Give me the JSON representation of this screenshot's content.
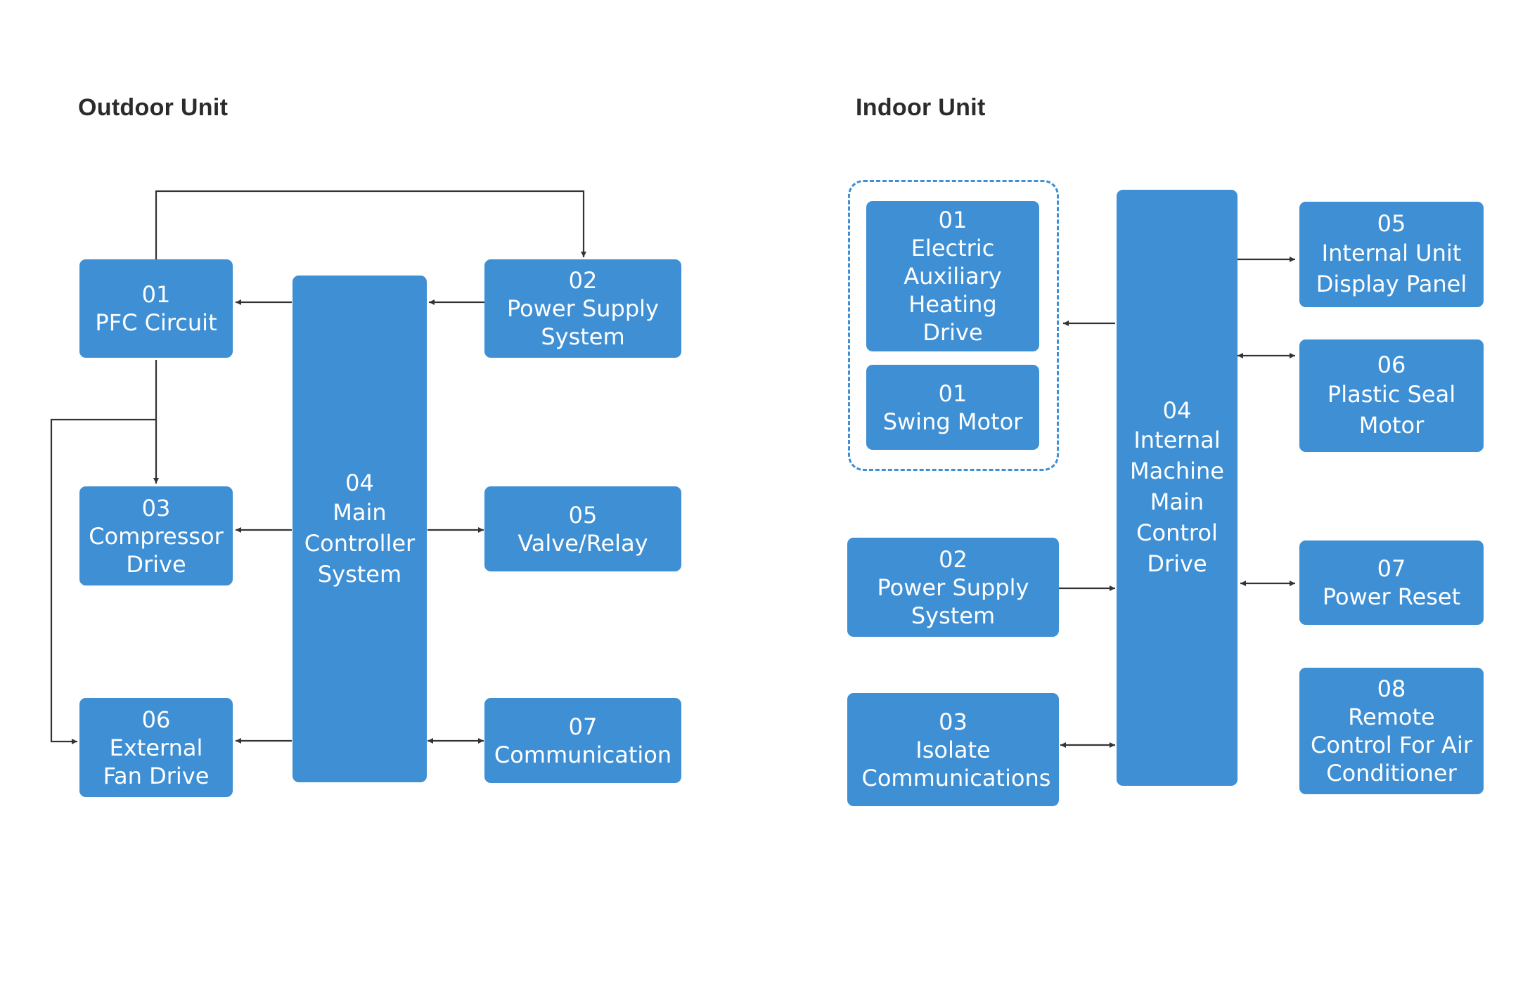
{
  "outdoor": {
    "title": "Outdoor Unit",
    "blocks": {
      "pfc": {
        "num": "01",
        "label": "PFC Circuit"
      },
      "power": {
        "num": "02",
        "label": "Power Supply System"
      },
      "compressor": {
        "num": "03",
        "label": "Compressor Drive"
      },
      "main": {
        "num": "04",
        "label": "Main Controller System"
      },
      "valve": {
        "num": "05",
        "label": "Valve/Relay"
      },
      "fan": {
        "num": "06",
        "label": "External Fan Drive"
      },
      "comm": {
        "num": "07",
        "label": "Communication"
      }
    }
  },
  "indoor": {
    "title": "Indoor Unit",
    "blocks": {
      "heating": {
        "num": "01",
        "label": "Electric Auxiliary Heating Drive"
      },
      "swing": {
        "num": "01",
        "label": "Swing Motor"
      },
      "power": {
        "num": "02",
        "label": "Power Supply System"
      },
      "isolate": {
        "num": "03",
        "label": "Isolate Communications"
      },
      "main": {
        "num": "04",
        "label": "Internal Machine Main Control Drive"
      },
      "display": {
        "num": "05",
        "label": "Internal Unit Display Panel"
      },
      "seal": {
        "num": "06",
        "label": "Plastic Seal Motor"
      },
      "reset": {
        "num": "07",
        "label": "Power Reset"
      },
      "remote": {
        "num": "08",
        "label": "Remote Control For Air Conditioner"
      }
    }
  },
  "colors": {
    "block": "#3f8fd4",
    "wire": "#333333",
    "title": "#2b2b2b"
  }
}
